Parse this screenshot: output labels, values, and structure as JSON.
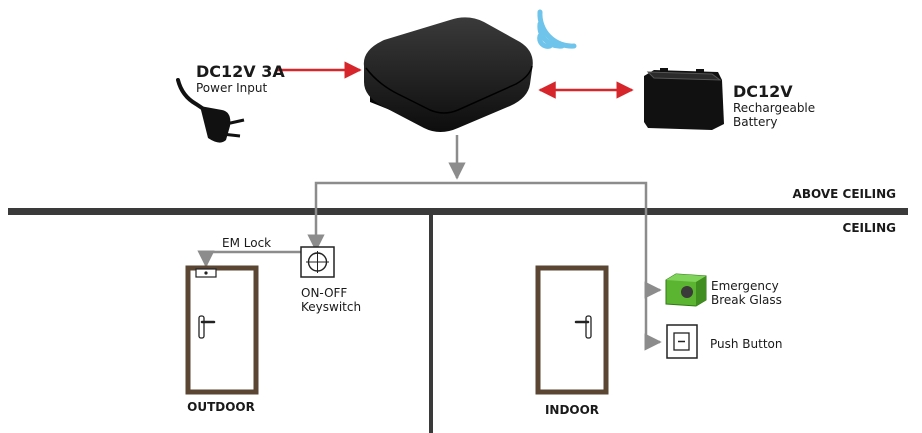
{
  "power": {
    "title": "DC12V 3A",
    "subtitle": "Power Input"
  },
  "battery": {
    "title": "DC12V",
    "line1": "Rechargeable",
    "line2": "Battery"
  },
  "zones": {
    "above": "ABOVE CEILING",
    "ceiling": "CEILING"
  },
  "em_lock": "EM Lock",
  "keyswitch": {
    "line1": "ON-OFF",
    "line2": "Keyswitch"
  },
  "break_glass": {
    "line1": "Emergency",
    "line2": "Break Glass"
  },
  "push_button": "Push Button",
  "doors": {
    "outdoor": "OUTDOOR",
    "indoor": "INDOOR"
  },
  "colors": {
    "arrow_red": "#d7262b",
    "wire_gray": "#8c8c8c",
    "ceiling_dark": "#3a3a3a",
    "wifi_blue": "#6ec4ea",
    "door_brown": "#5a4632",
    "glass_green": "#5cb531"
  }
}
